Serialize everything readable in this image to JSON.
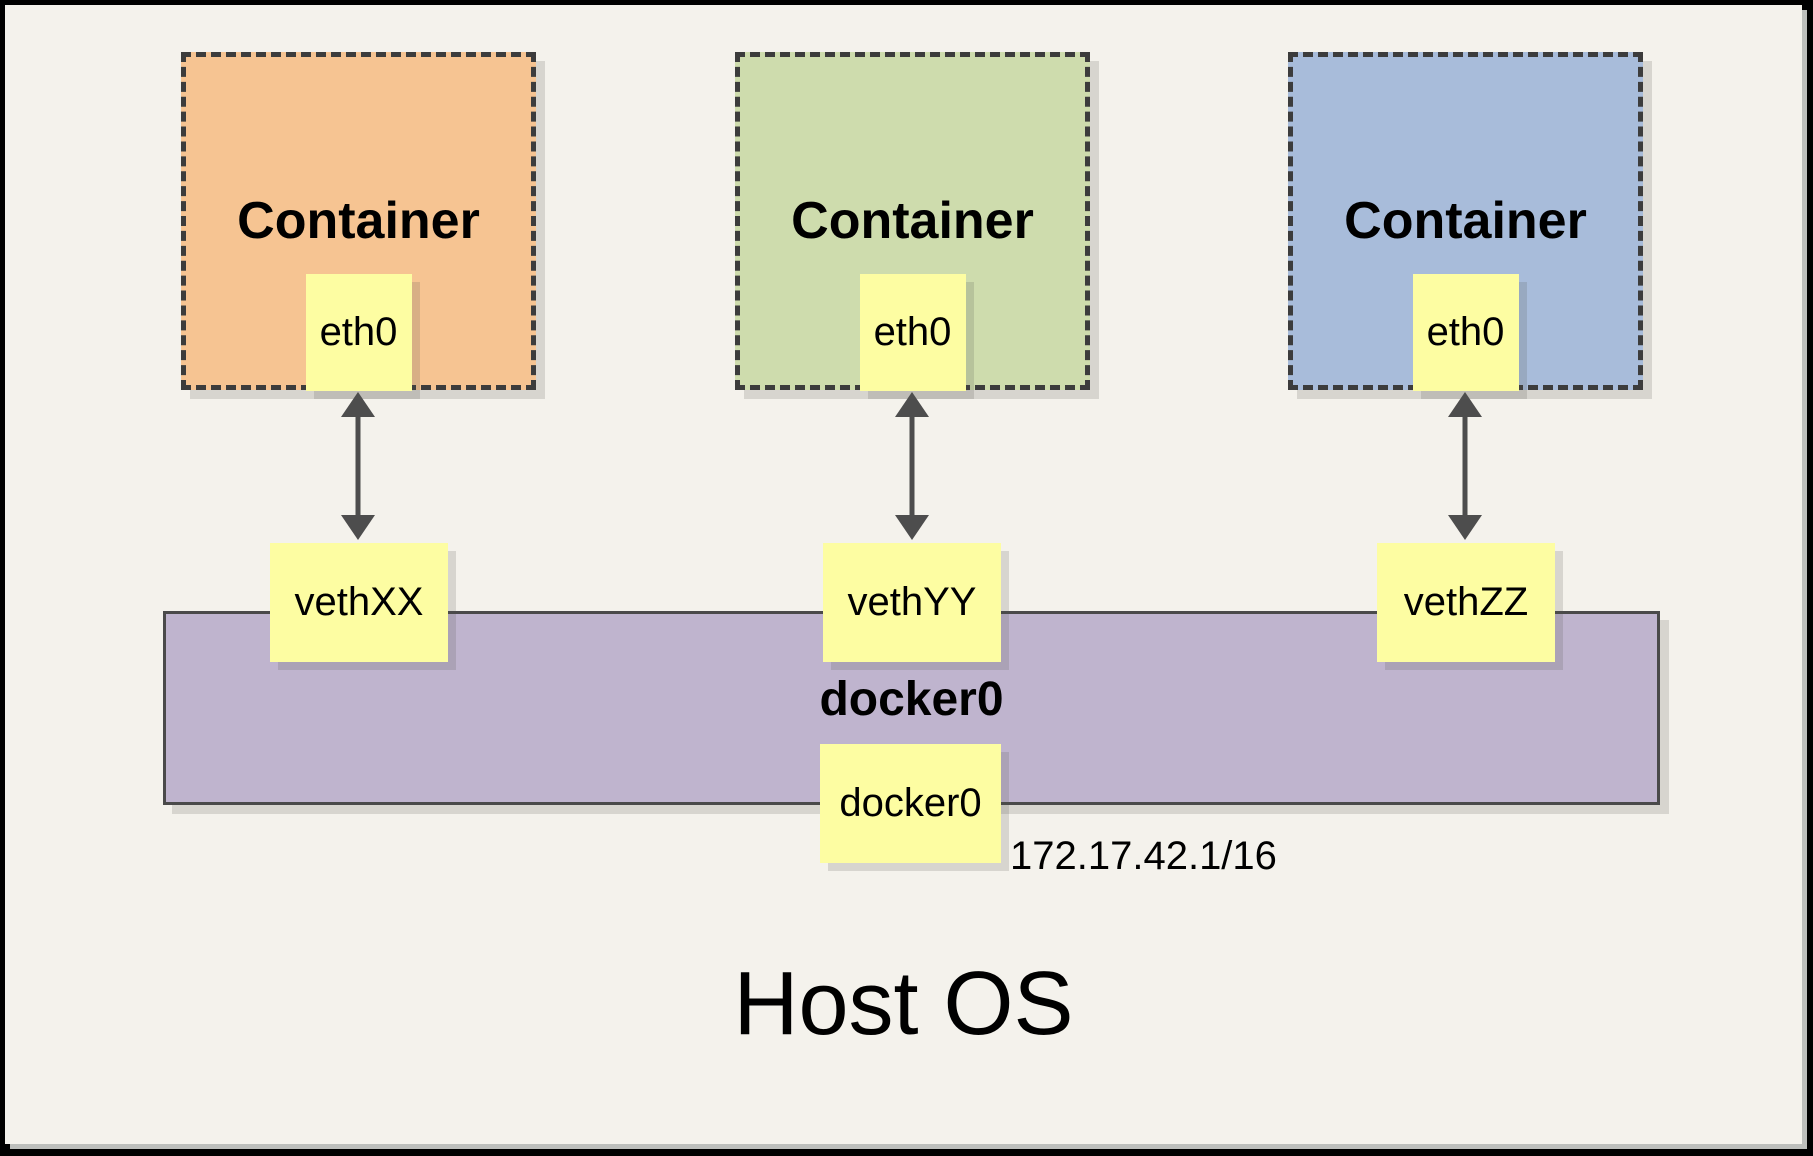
{
  "diagram": {
    "host_os_label": "Host OS",
    "containers": [
      {
        "title": "Container",
        "interface": "eth0",
        "veth": "vethXX",
        "fill": "#F6C492"
      },
      {
        "title": "Container",
        "interface": "eth0",
        "veth": "vethYY",
        "fill": "#CEDCAD"
      },
      {
        "title": "Container",
        "interface": "eth0",
        "veth": "vethZZ",
        "fill": "#A8BCDA"
      }
    ],
    "bridge": {
      "title": "docker0",
      "interface": "docker0",
      "ip": "172.17.42.1/16",
      "fill": "#BFB4CE"
    },
    "colors": {
      "page_background": "#F4F2EC",
      "frame": "#000000",
      "label_fill": "#FDFDA2",
      "dashed_border": "#3C3C3C",
      "bridge_border": "#4A4A4A",
      "arrow": "#4D4D4D",
      "text": "#000000"
    }
  }
}
